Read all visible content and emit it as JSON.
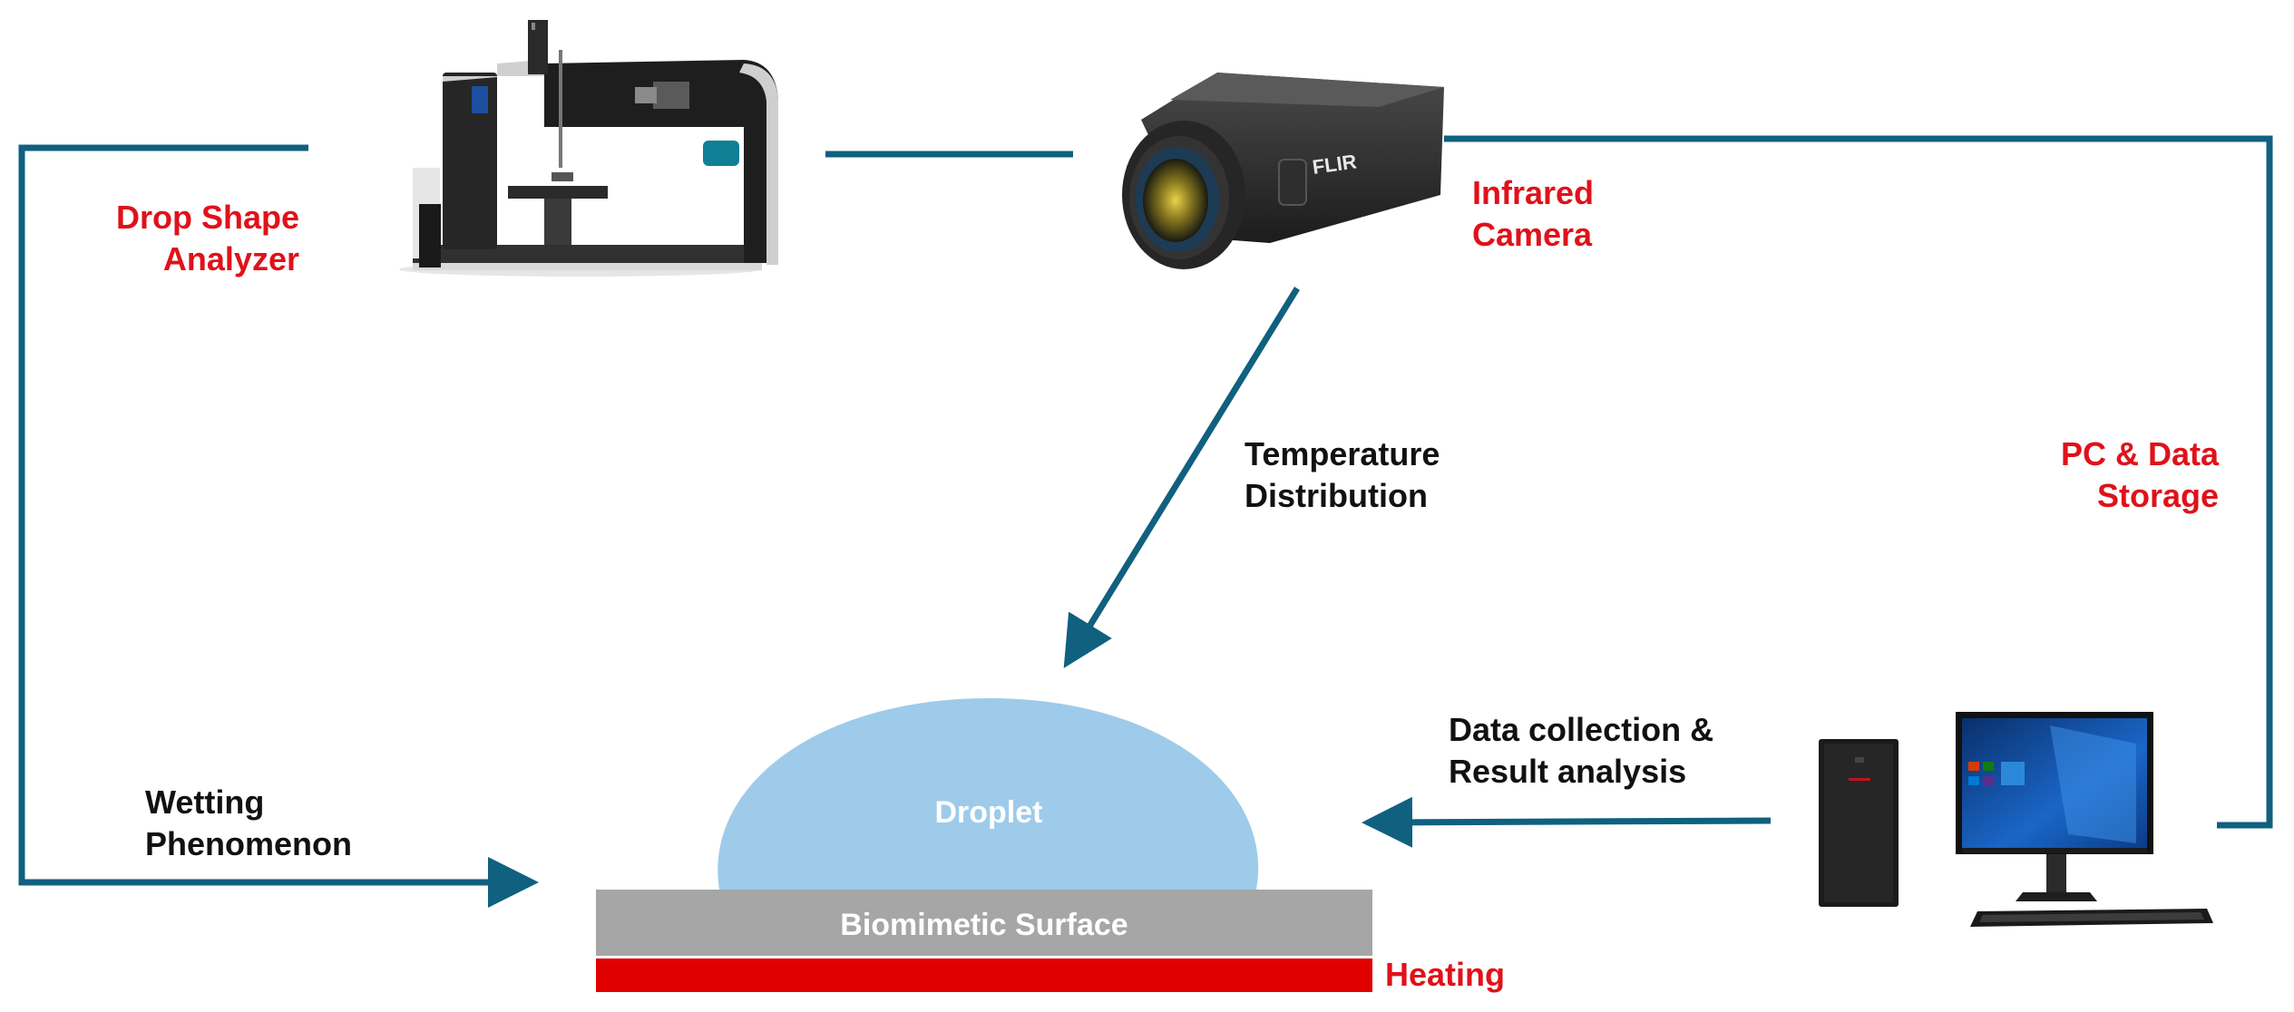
{
  "colors": {
    "connector": "#10607f",
    "label_red": "#e0111a",
    "droplet": "#9ecbea",
    "surface": "#a6a6a6",
    "heating": "#e00000"
  },
  "components": {
    "drop_shape_analyzer": {
      "line1": "Drop Shape",
      "line2": "Analyzer"
    },
    "infrared_camera": {
      "line1": "Infrared",
      "line2": "Camera"
    },
    "pc_data_storage": {
      "line1": "PC & Data",
      "line2": "Storage"
    }
  },
  "flows": {
    "temperature": {
      "line1": "Temperature",
      "line2": "Distribution"
    },
    "data": {
      "line1": "Data collection &",
      "line2": "Result analysis"
    },
    "wetting": {
      "line1": "Wetting",
      "line2": "Phenomenon"
    }
  },
  "sample": {
    "droplet": "Droplet",
    "surface": "Biomimetic Surface",
    "heating": "Heating"
  },
  "icons": {
    "analyzer": "drop-shape-analyzer-instrument",
    "camera": "flir-infrared-camera",
    "pc": "desktop-pc-with-monitor",
    "camera_brand": "FLIR"
  }
}
